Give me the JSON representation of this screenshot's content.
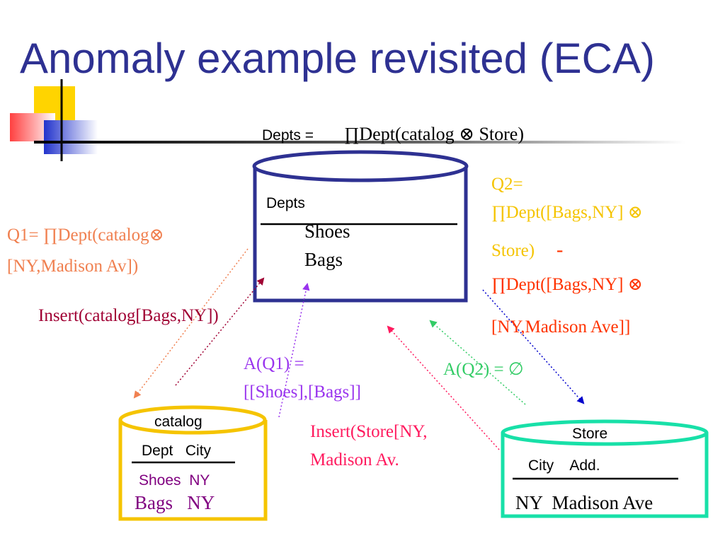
{
  "slide": {
    "title": "Anomaly example revisited (ECA)"
  },
  "view_definition": {
    "prefix": "Depts  =",
    "expr": "∏Dept(catalog ⊗ Store)"
  },
  "depts_table": {
    "name": "Depts",
    "rows": [
      "Shoes",
      "Bags"
    ]
  },
  "catalog_table": {
    "name": "catalog",
    "header": "Dept   City",
    "row1": "Shoes  NY",
    "row2": "Bags   NY"
  },
  "store_table": {
    "name": "Store",
    "header": "City    Add.",
    "row1": "NY  Madison Ave"
  },
  "q1": {
    "line1": "Q1= ∏Dept(catalog⊗",
    "line2": "[NY,Madison Av])"
  },
  "q2": {
    "line1": "Q2=",
    "line2": "∏Dept([Bags,NY] ⊗",
    "line3": "Store)",
    "minus": "-",
    "line4": "∏Dept([Bags,NY] ⊗",
    "line5": "[NY,Madison Ave]]"
  },
  "insert_catalog": "Insert(catalog[Bags,NY])",
  "a_q1": {
    "line1": "A(Q1) =",
    "line2": "[[Shoes],[Bags]]"
  },
  "a_q2": "A(Q2) = ∅",
  "insert_store": {
    "line1": "Insert(Store[NY,",
    "line2": "Madison Av."
  },
  "colors": {
    "title": "#2e3192",
    "navy_db": "#2e3192",
    "gold": "#f5c400",
    "teal": "#18e0a8",
    "q1": "#f08050",
    "q2_yellow": "#f5c400",
    "q2_red": "#ff3300",
    "insert_catalog": "#a00033",
    "a_q1": "#9933ee",
    "a_q2": "#33cc66",
    "insert_store": "#ff1a5e",
    "row_purple": "#800080"
  }
}
